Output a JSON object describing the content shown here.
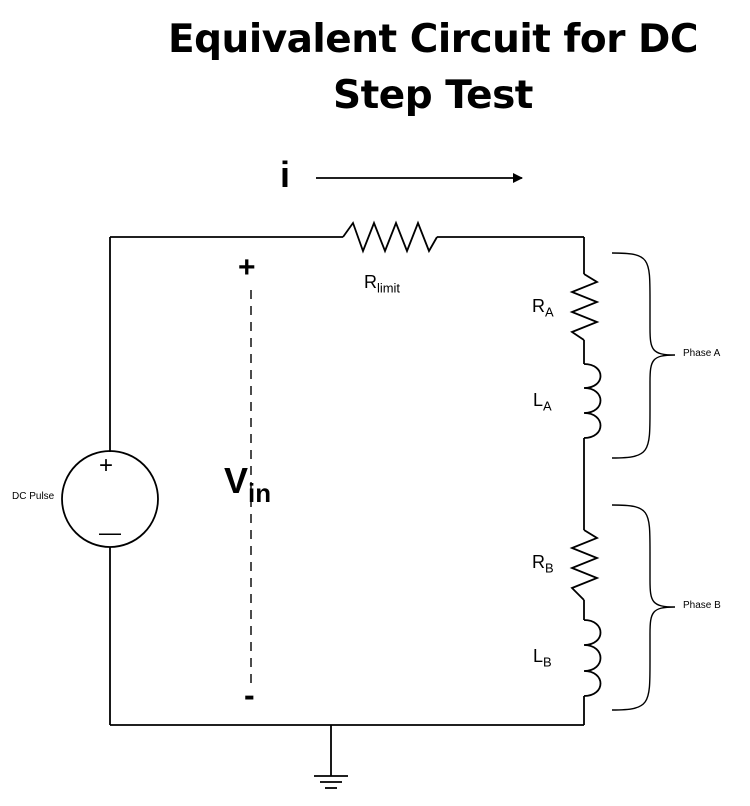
{
  "title": {
    "line1": "Equivalent Circuit for DC",
    "line2": "Step Test"
  },
  "current": {
    "label": "i"
  },
  "source": {
    "label": "DC Pulse",
    "plus": "+",
    "minus": "—"
  },
  "voltage": {
    "plus": "+",
    "minus": "-",
    "symbol": "V",
    "sub": "in"
  },
  "r_limit": {
    "symbol": "R",
    "sub": "limit"
  },
  "phase_a": {
    "label": "Phase A",
    "r_symbol": "R",
    "r_sub": "A",
    "l_symbol": "L",
    "l_sub": "A"
  },
  "phase_b": {
    "label": "Phase B",
    "r_symbol": "R",
    "r_sub": "B",
    "l_symbol": "L",
    "l_sub": "B"
  }
}
